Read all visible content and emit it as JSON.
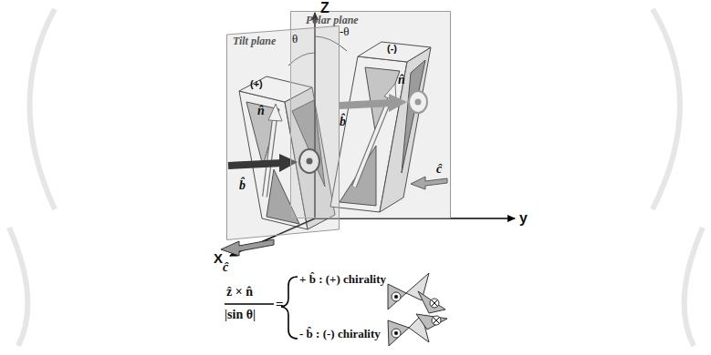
{
  "diagram": {
    "nodes": [
      {
        "text": [
          "Polar plane"
        ]
      },
      {
        "text": [
          "Tilt plane"
        ]
      }
    ],
    "labels": [
      "Z",
      "y",
      "X",
      "θ",
      "-θ",
      "(+)",
      "(-)",
      "n̂",
      "n̂",
      "b̂",
      "b̂",
      "ĉ",
      "ĉ",
      "ẑ × n̂",
      "|sin θ|",
      "=",
      "+ b̂ : (+) chirality",
      "- b̂ : (-) chirality"
    ]
  }
}
